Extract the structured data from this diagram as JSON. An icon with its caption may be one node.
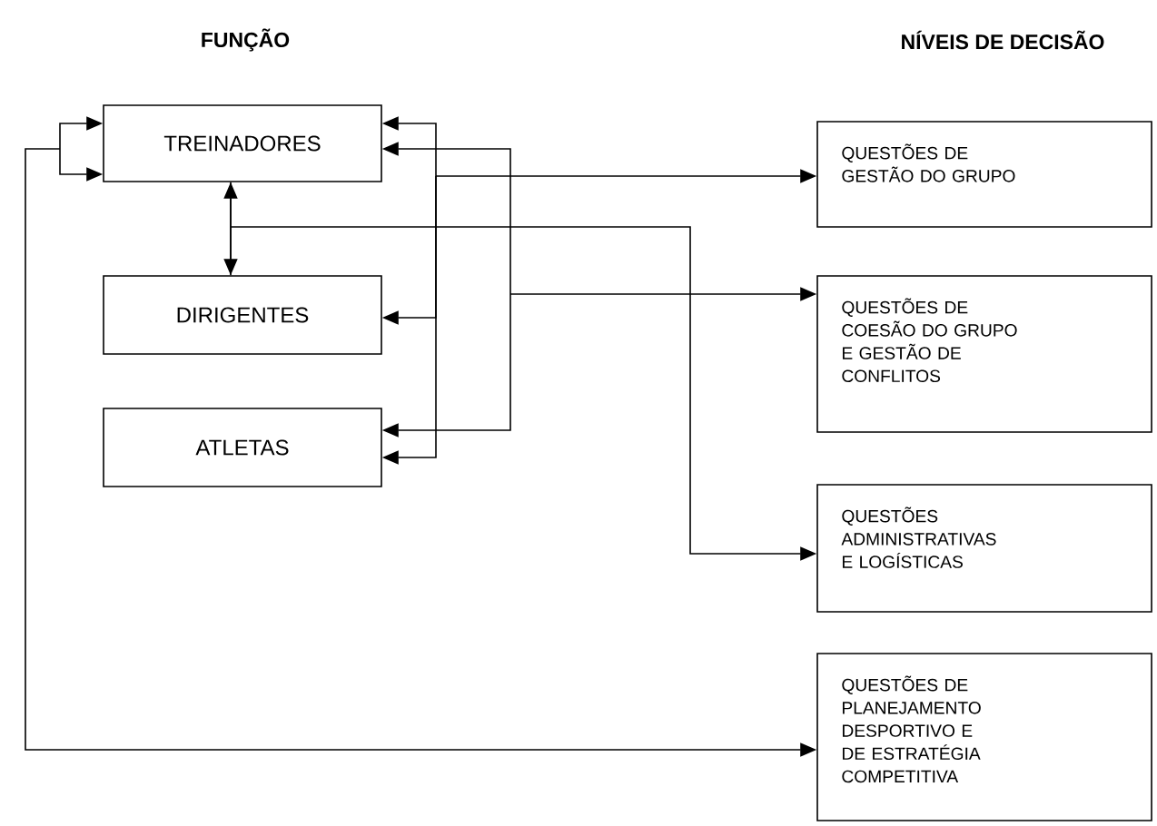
{
  "diagram": {
    "nodes": [
      {
        "text": [
          "TREINADORES"
        ]
      },
      {
        "text": [
          "DIRIGENTES"
        ]
      },
      {
        "text": [
          "ATLETAS"
        ]
      },
      {
        "text": [
          "QUESTÕES DE GESTÃO DO GRUPO"
        ]
      },
      {
        "text": [
          "QUESTÕES DE COESÃO DO GRUPO E GESTÃO DE CONFLITOS"
        ]
      },
      {
        "text": [
          "QUESTÕES ADMINISTRATIVAS E LOGÍSTICAS"
        ]
      },
      {
        "text": [
          "QUESTÕES DE PLANEJAMENTO DESPORTIVO E DE ESTRATÉGIA COMPETITIVA"
        ]
      }
    ],
    "edges": [
      {
        "from": 3,
        "to": 0,
        "arrow": "both"
      },
      {
        "from": 3,
        "to": 1,
        "arrow": "both"
      },
      {
        "from": 3,
        "to": 2,
        "arrow": "both"
      },
      {
        "from": 4,
        "to": 0,
        "arrow": "both"
      },
      {
        "from": 4,
        "to": 2,
        "arrow": "both"
      },
      {
        "from": 0,
        "to": 1,
        "arrow": "both"
      },
      {
        "from": 0,
        "to": 5,
        "arrow": "to"
      },
      {
        "from": 1,
        "to": 5,
        "arrow": "to"
      },
      {
        "from": 6,
        "to": 0,
        "arrow": "both"
      },
      {
        "from": 6,
        "to": 0,
        "arrow": "both"
      }
    ],
    "labels": [
      "FUNÇÃO",
      "NÍVEIS DE DECISÃO"
    ]
  }
}
